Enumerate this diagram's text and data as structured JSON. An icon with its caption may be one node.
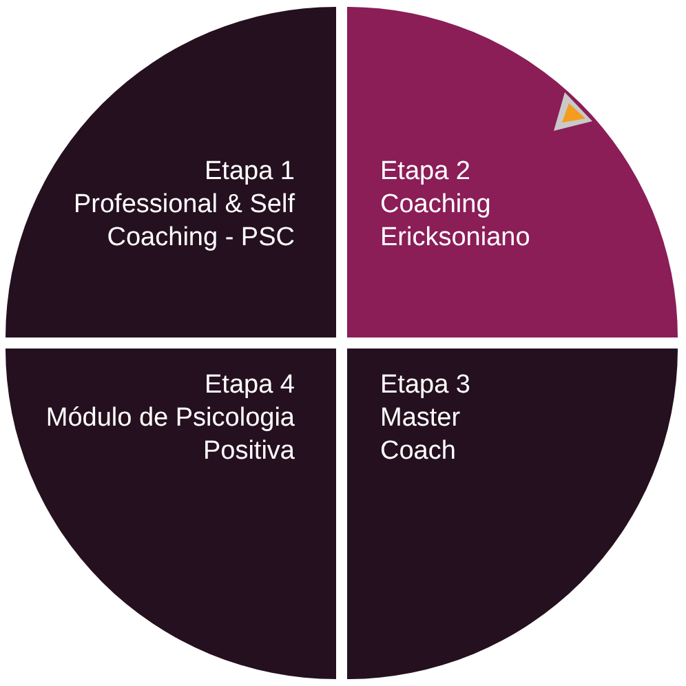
{
  "diagram": {
    "nodes": [
      {
        "text": [
          "Etapa 1",
          "Professional & Self Coaching - PSC"
        ]
      },
      {
        "text": [
          "Etapa 2",
          "Coaching Ericksoniano"
        ]
      },
      {
        "text": [
          "Etapa 4",
          "Módulo de Psicologia Positiva"
        ]
      },
      {
        "text": [
          "Etapa 3",
          "Master Coach"
        ]
      }
    ]
  }
}
